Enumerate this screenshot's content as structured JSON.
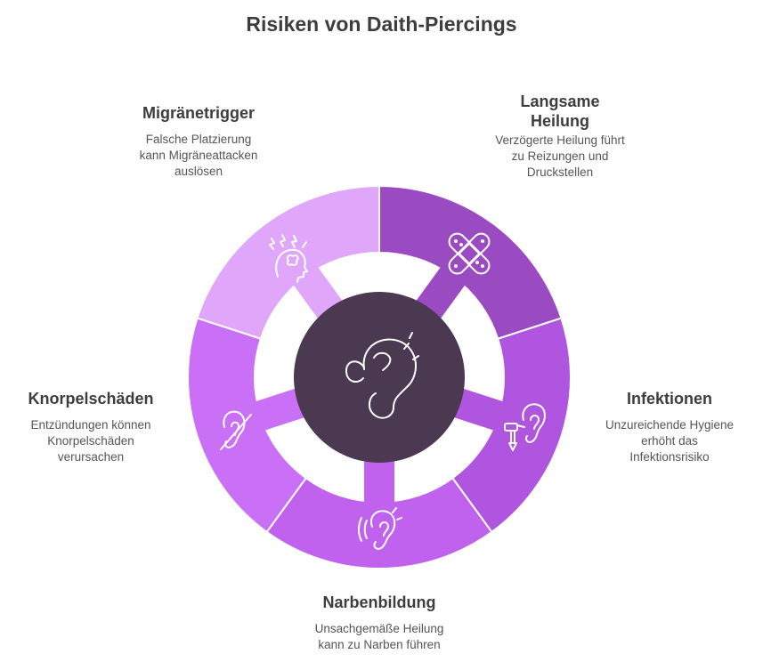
{
  "title": "Risiken von Daith-Piercings",
  "colors": {
    "migraine": "#e0a6fa",
    "healing": "#9b4bc1",
    "infection": "#b055e0",
    "scar": "#c062ee",
    "cartilage": "#ca70f7",
    "center": "#4a3950",
    "icon": "#ffffff"
  },
  "segments": [
    {
      "id": "migraine",
      "heading": "Migränetrigger",
      "desc": [
        "Falsche Platzierung",
        "kann Migräneattacken",
        "auslösen"
      ],
      "icon": "head-alert-icon"
    },
    {
      "id": "healing",
      "heading": [
        "Langsame",
        "Heilung"
      ],
      "desc": [
        "Verzögerte Heilung führt",
        "zu Reizungen und",
        "Druckstellen"
      ],
      "icon": "bandage-icon"
    },
    {
      "id": "infection",
      "heading": "Infektionen",
      "desc": [
        "Unzureichende Hygiene",
        "erhöht das",
        "Infektionsrisiko"
      ],
      "icon": "ear-exam-icon"
    },
    {
      "id": "scar",
      "heading": "Narbenbildung",
      "desc": [
        "Unsachgemäße Heilung",
        "kann zu Narben führen"
      ],
      "icon": "ear-sound-icon"
    },
    {
      "id": "cartilage",
      "heading": "Knorpelschäden",
      "desc": [
        "Entzündungen können",
        "Knorpelschäden",
        "verursachen"
      ],
      "icon": "ear-off-icon"
    }
  ],
  "center_icon": "ear-piercing-icon"
}
